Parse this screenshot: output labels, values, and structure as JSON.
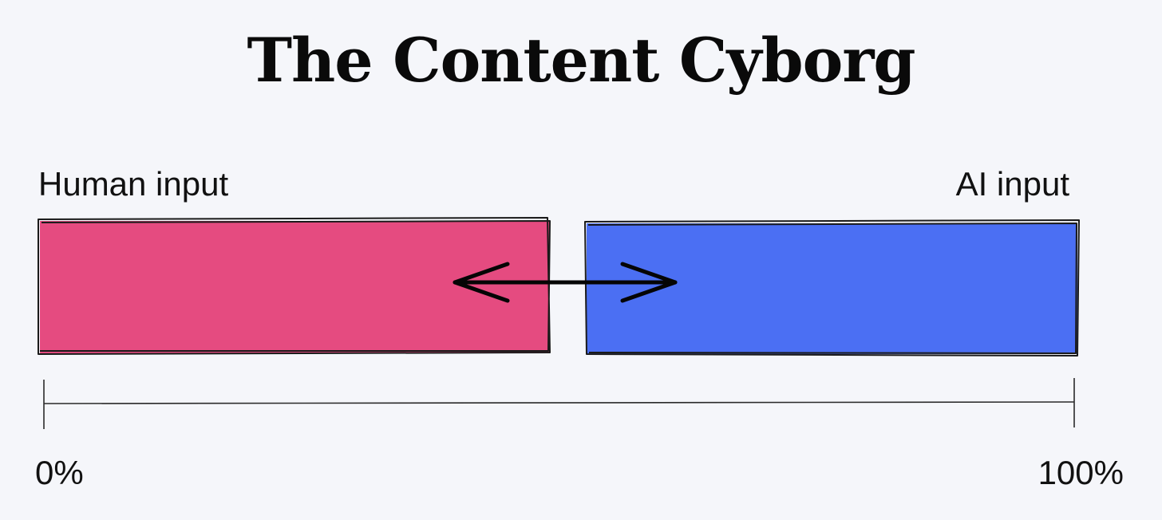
{
  "title": "The Content Cyborg",
  "human_label": "Human input",
  "ai_label": "AI input",
  "scale_start": "0%",
  "scale_end": "100%",
  "colors": {
    "human_bar": "#e54b80",
    "ai_bar": "#4b6ff3",
    "background": "#f5f6fa"
  }
}
